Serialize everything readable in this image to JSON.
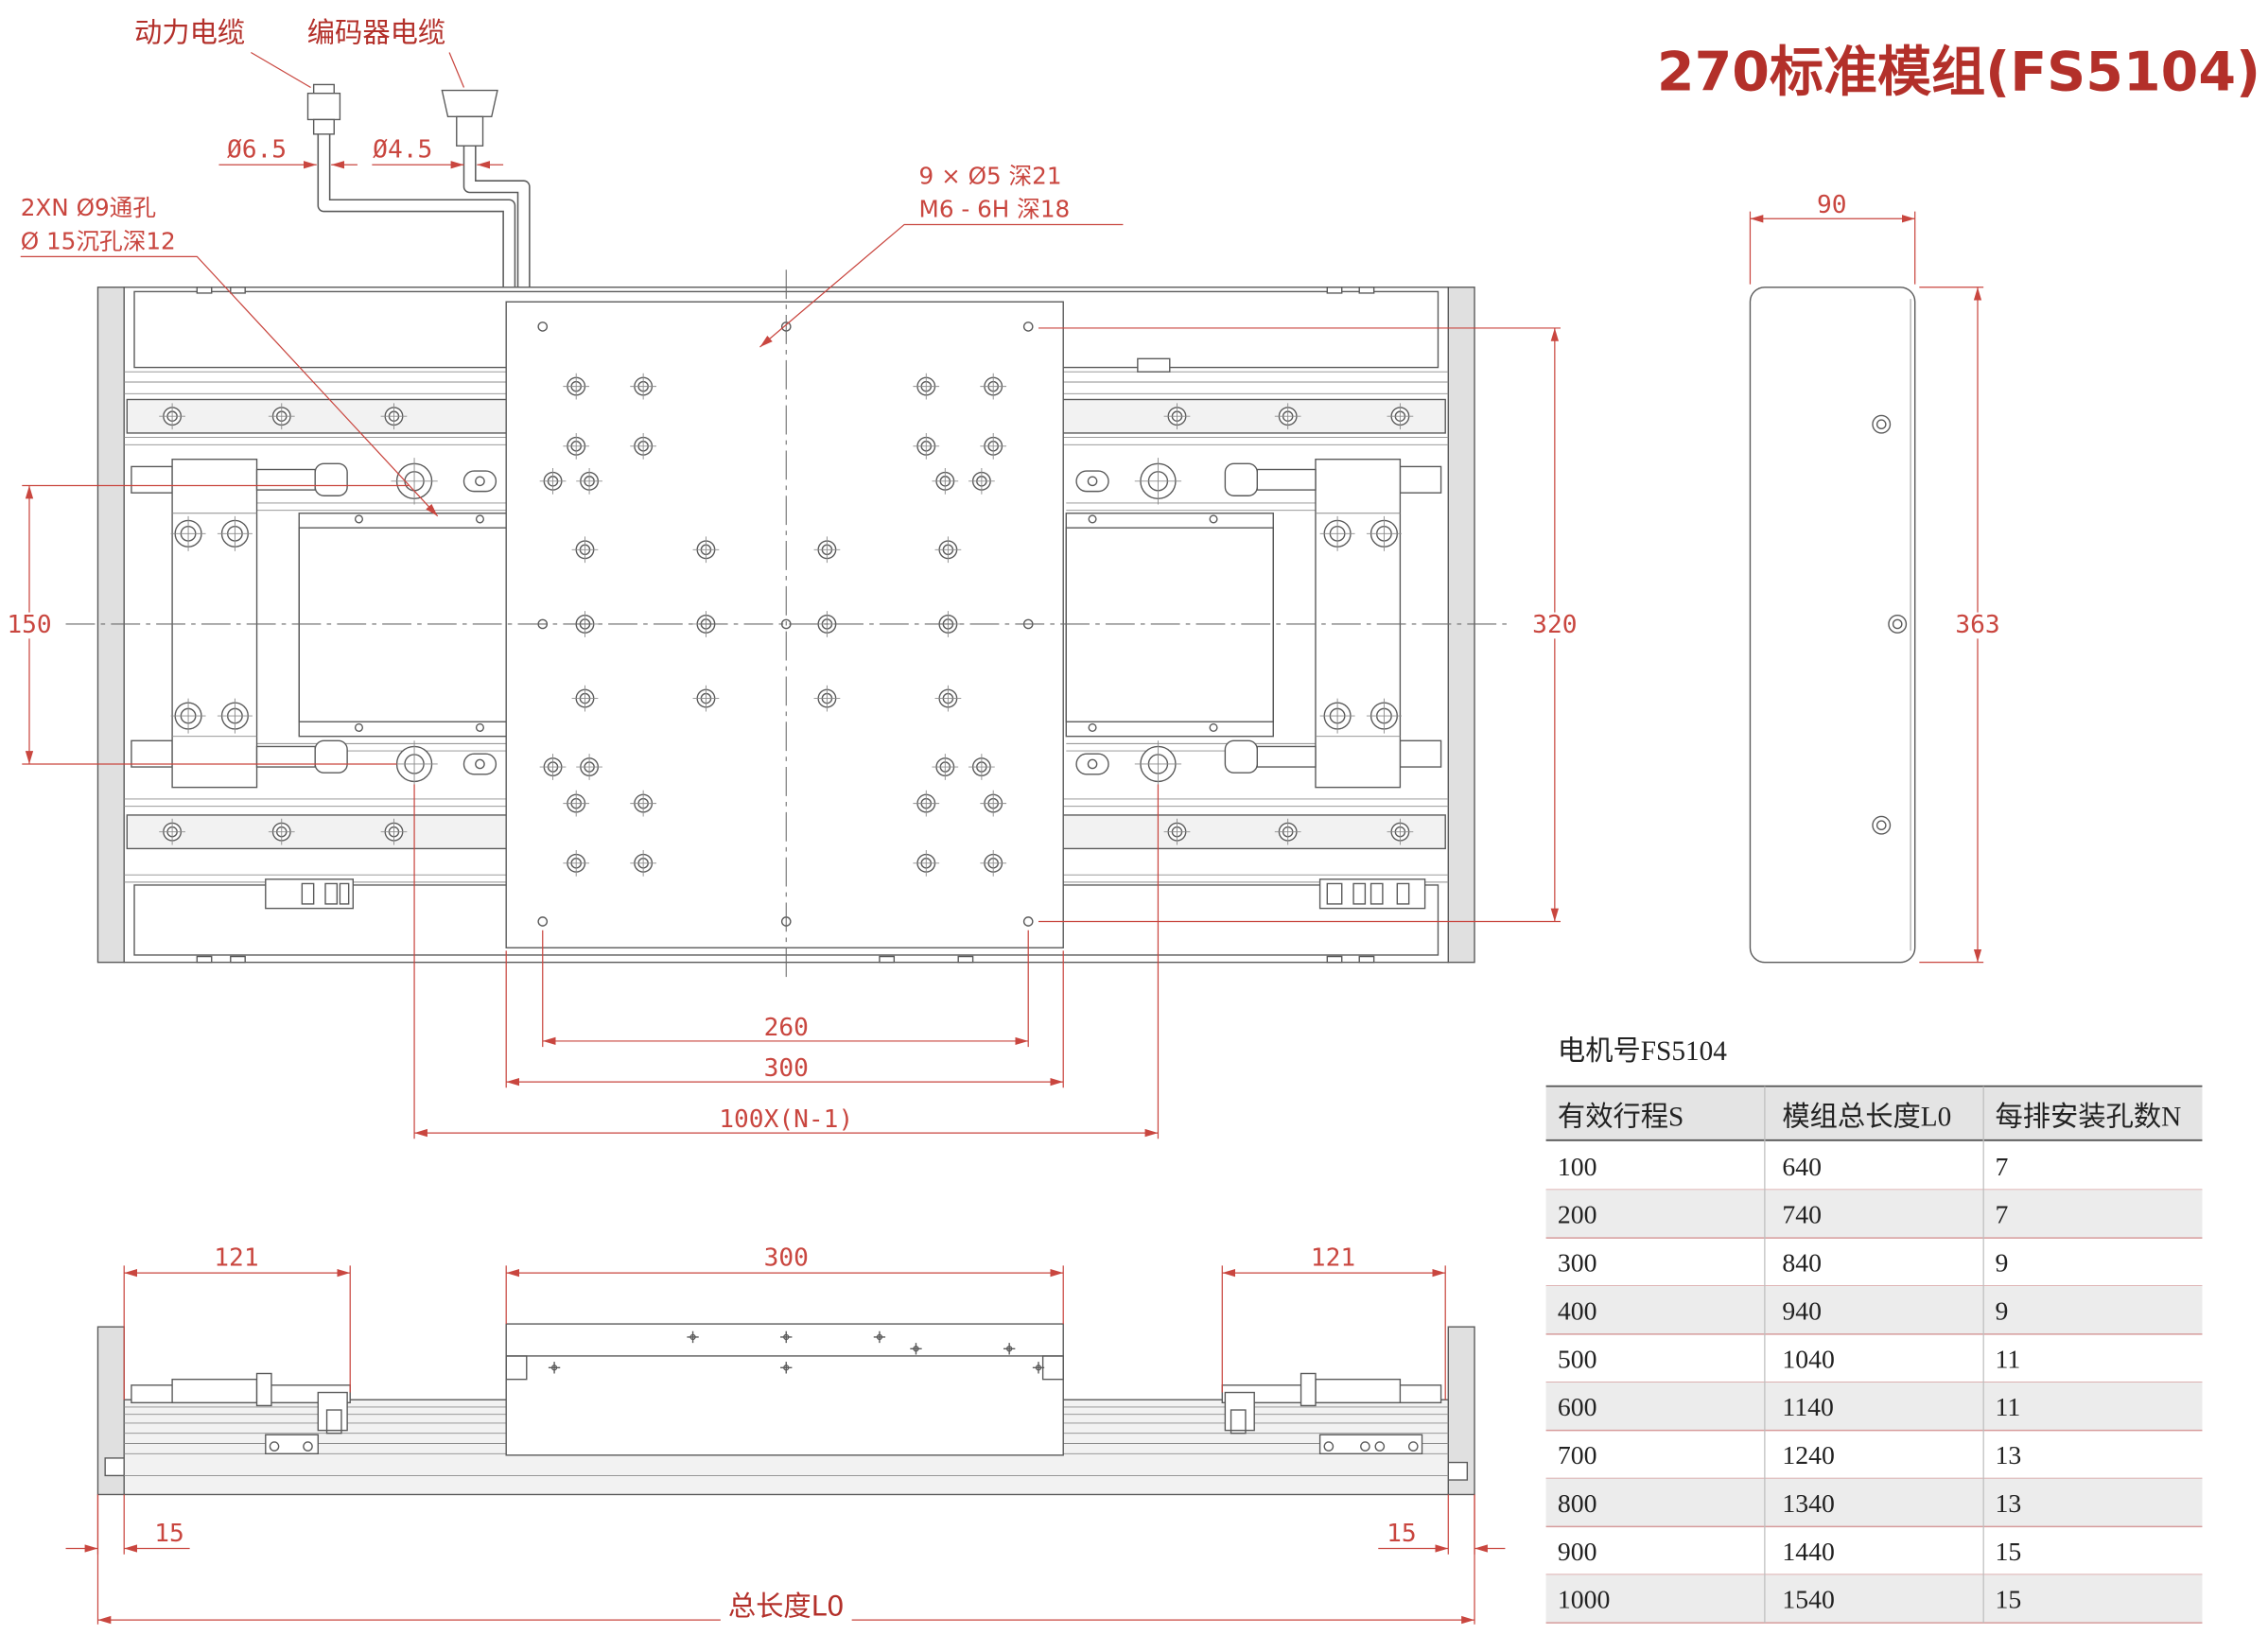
{
  "title": "270标准模组(FS5104)",
  "labels": {
    "power_cable": "动力电缆",
    "encoder_cable": "编码器电缆",
    "power_cable_dia": "Ø6.5",
    "encoder_cable_dia": "Ø4.5",
    "through_hole": "2XN Ø9通孔",
    "counterbore": "Ø 15沉孔深12",
    "plate_holes": "9 × Ø5 深21",
    "plate_thread": "M6 - 6H 深18"
  },
  "dimensions": {
    "d90": "90",
    "d150": "150",
    "d320": "320",
    "d363": "363",
    "d260": "260",
    "d300_top": "300",
    "pitch": "100X(N-1)",
    "side_left_121": "121",
    "side_300": "300",
    "side_right_121": "121",
    "end_left_15": "15",
    "end_right_15": "15",
    "total_length": "总长度L0"
  },
  "table": {
    "caption": "电机号FS5104",
    "headers": [
      "有效行程S",
      "模组总长度L0",
      "每排安装孔数N"
    ],
    "rows": [
      [
        "100",
        "640",
        "7"
      ],
      [
        "200",
        "740",
        "7"
      ],
      [
        "300",
        "840",
        "9"
      ],
      [
        "400",
        "940",
        "9"
      ],
      [
        "500",
        "1040",
        "11"
      ],
      [
        "600",
        "1140",
        "11"
      ],
      [
        "700",
        "1240",
        "13"
      ],
      [
        "800",
        "1340",
        "13"
      ],
      [
        "900",
        "1440",
        "15"
      ],
      [
        "1000",
        "1540",
        "15"
      ]
    ]
  },
  "colors": {
    "dimension_red": "#c9463f",
    "title_red": "#b3302a",
    "line_gray": "#5a5a5a"
  }
}
